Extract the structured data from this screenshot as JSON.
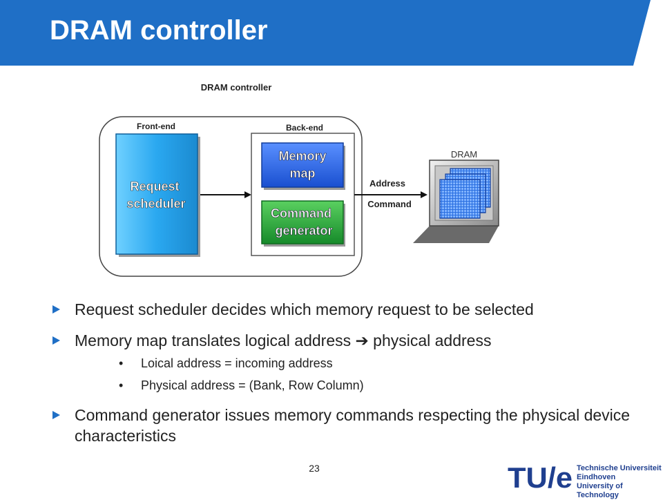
{
  "slide_title": "DRAM controller",
  "diagram": {
    "controller_label": "DRAM controller",
    "frontend_label": "Front-end",
    "backend_label": "Back-end",
    "scheduler_line1": "Request",
    "scheduler_line2": "scheduler",
    "memmap_line1": "Memory",
    "memmap_line2": "map",
    "cmdgen_line1": "Command",
    "cmdgen_line2": "generator",
    "address_label": "Address",
    "command_label": "Command",
    "dram_label": "DRAM"
  },
  "bullets": [
    {
      "level": 1,
      "text": "Request scheduler decides which memory request to be selected"
    },
    {
      "level": 1,
      "text": "Memory map translates logical address ➔ physical address"
    },
    {
      "level": 2,
      "text": "Loical address = incoming address"
    },
    {
      "level": 2,
      "text": "Physical address = (Bank, Row Column)"
    },
    {
      "level": 1,
      "text": "Command generator issues memory commands respecting the physical device characteristics"
    }
  ],
  "page_number": "23",
  "logo": {
    "mark": "TU/e",
    "line1": "Technische Universiteit",
    "line2": "Eindhoven",
    "line3": "University of Technology"
  },
  "colors": {
    "title_bar": "#1f6fc6",
    "scheduler_fill": "#2aa8f0",
    "memmap_fill": "#2a64e0",
    "cmdgen_fill": "#22a83a",
    "bullet_arrow": "#1f6fc6",
    "logo": "#1f3f8f"
  }
}
